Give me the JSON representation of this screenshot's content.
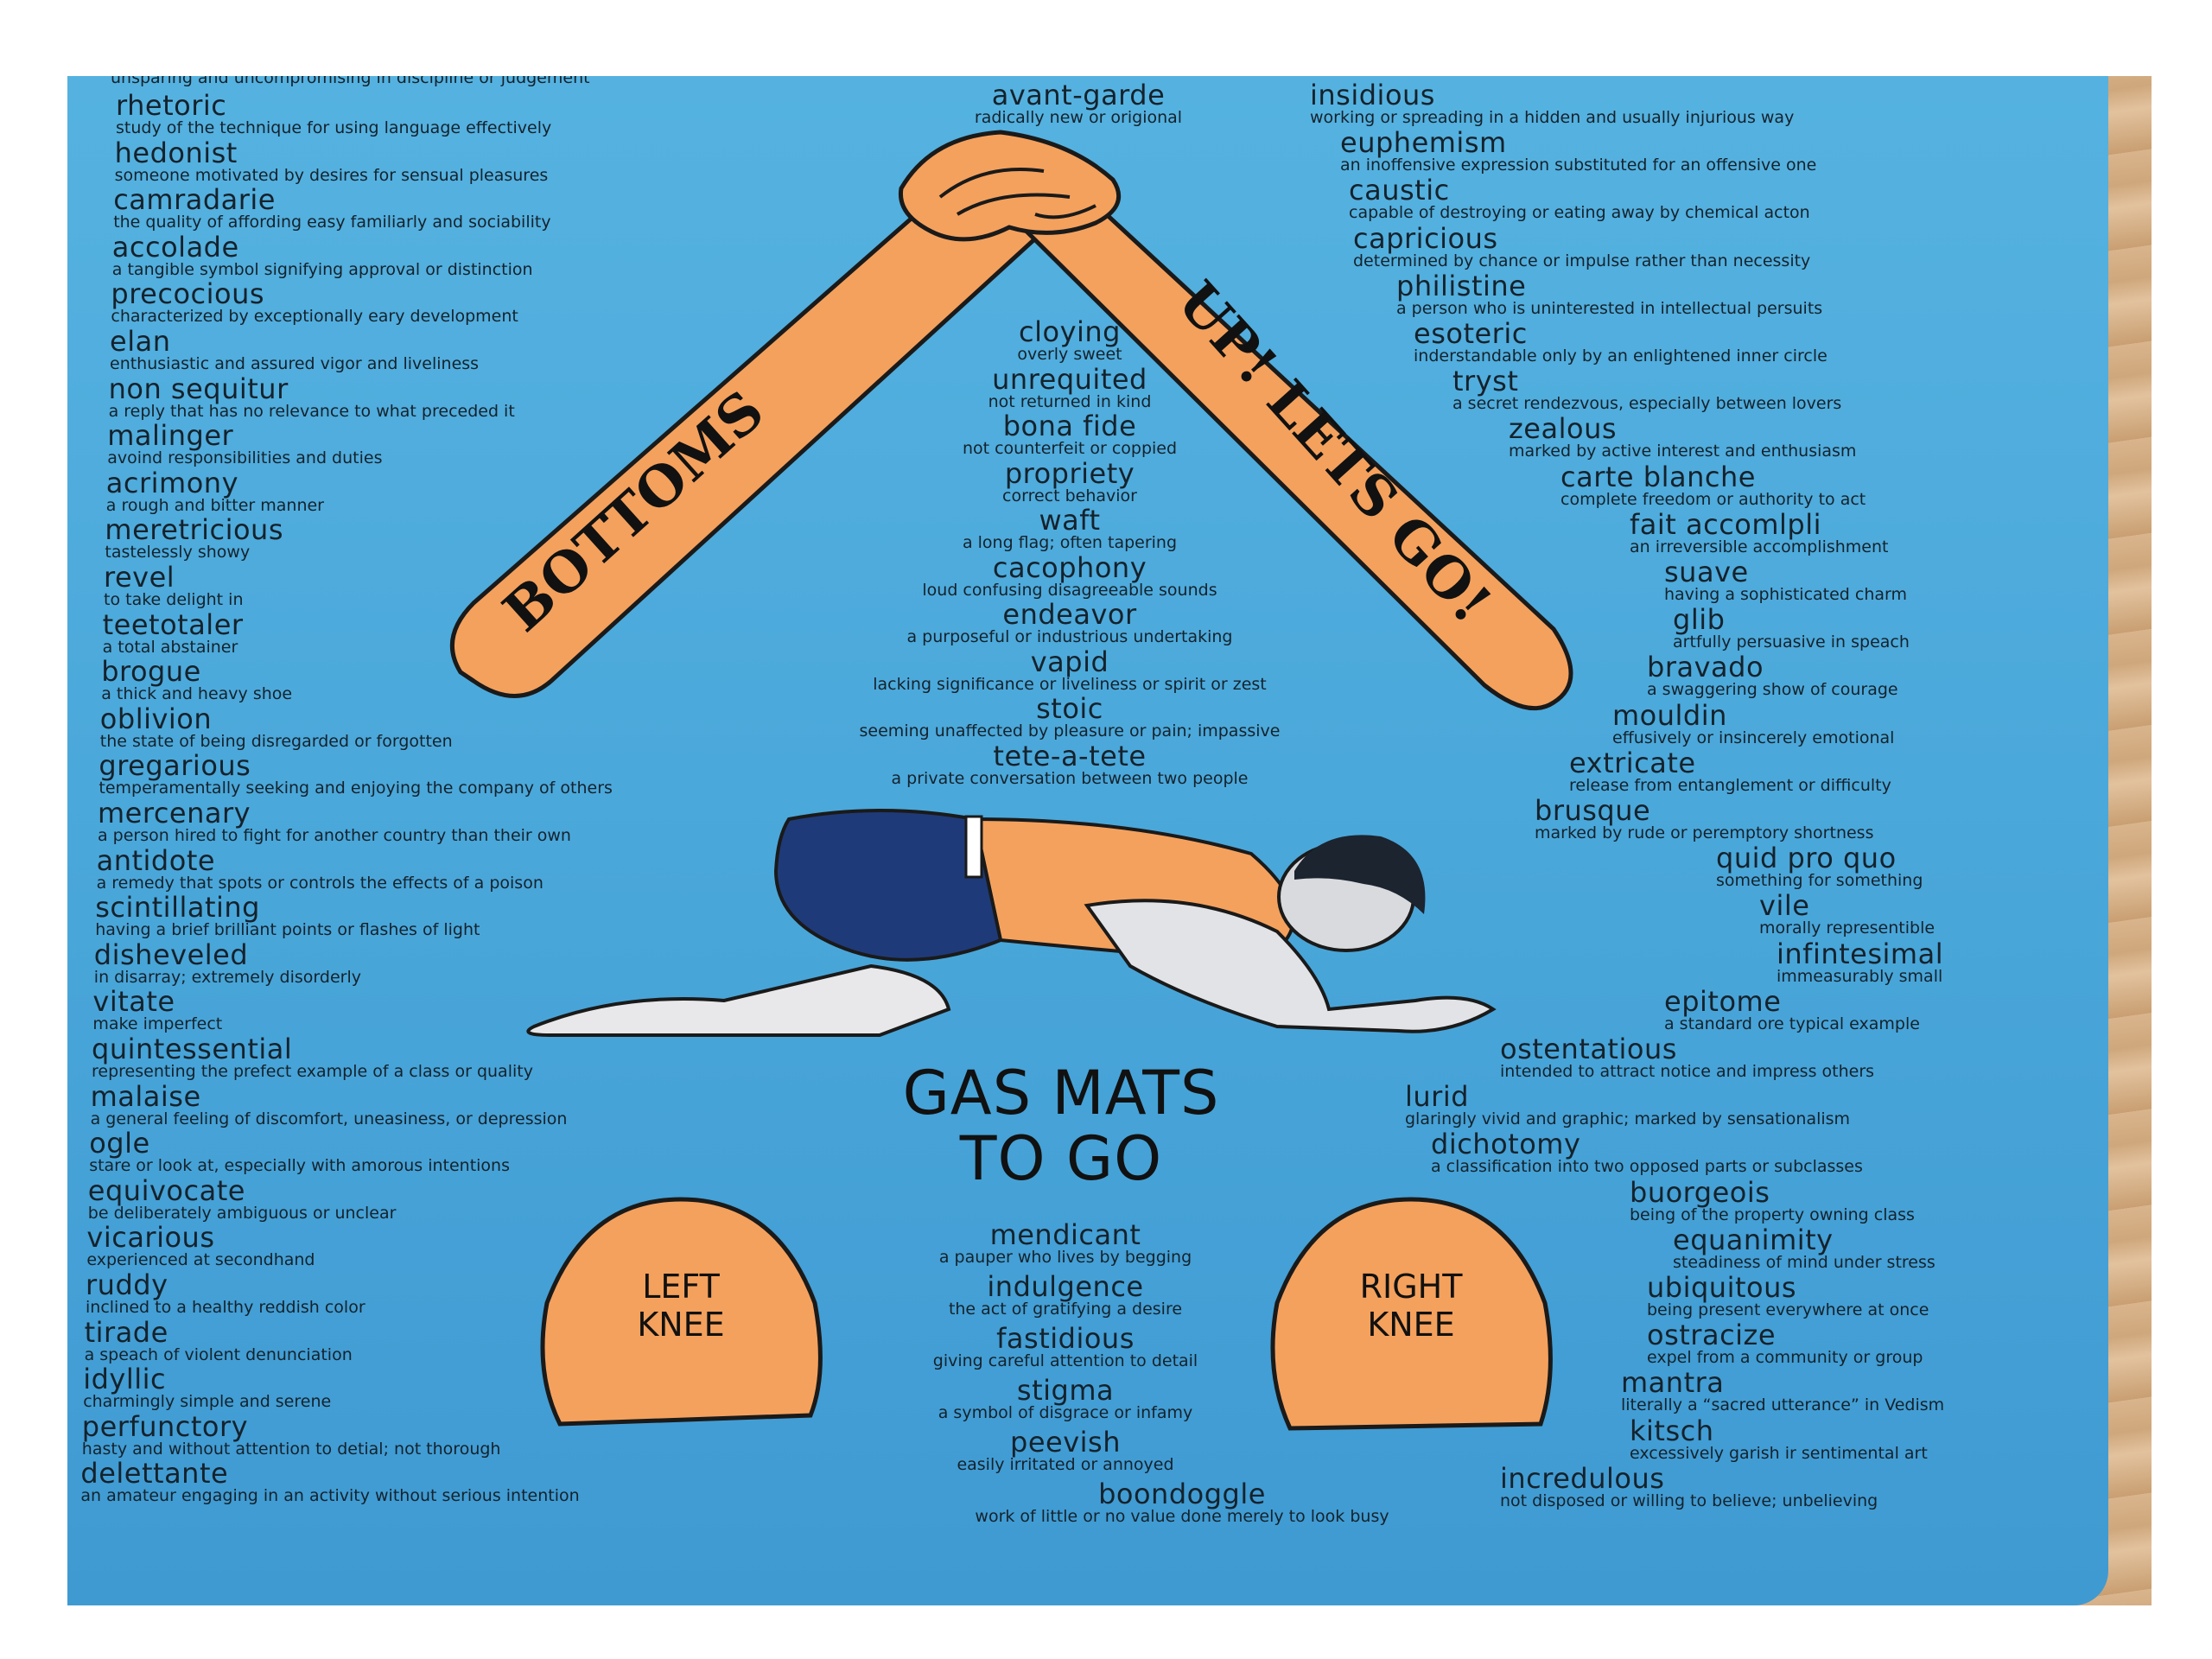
{
  "mat": {
    "arms_left_text": "BOTTOMS",
    "arms_right_text": "UP! LETS GO!",
    "title_line1": "GAS MATS",
    "title_line2": "TO GO",
    "left_knee_line1": "LEFT",
    "left_knee_line2": "KNEE",
    "right_knee_line1": "RIGHT",
    "right_knee_line2": "KNEE",
    "top_cut_left": "unsparing and uncompromising in discipline or judgement",
    "left_column": [
      {
        "word": "rhetoric",
        "def": "study of the technique for using language effectively"
      },
      {
        "word": "hedonist",
        "def": "someone motivated by desires for sensual pleasures"
      },
      {
        "word": "camradarie",
        "def": "the quality of affording easy familiarly and sociability"
      },
      {
        "word": "accolade",
        "def": "a tangible symbol signifying approval or distinction"
      },
      {
        "word": "precocious",
        "def": "characterized by exceptionally eary development"
      },
      {
        "word": "elan",
        "def": "enthusiastic and assured vigor and liveliness"
      },
      {
        "word": "non sequitur",
        "def": "a reply that has no relevance to what preceded it"
      },
      {
        "word": "malinger",
        "def": "avoind responsibilities and duties"
      },
      {
        "word": "acrimony",
        "def": "a rough and bitter manner"
      },
      {
        "word": "meretricious",
        "def": "tastelessly showy"
      },
      {
        "word": "revel",
        "def": "to take delight in"
      },
      {
        "word": "teetotaler",
        "def": "a total abstainer"
      },
      {
        "word": "brogue",
        "def": "a thick and heavy shoe"
      },
      {
        "word": "oblivion",
        "def": "the state of being disregarded or forgotten"
      },
      {
        "word": "gregarious",
        "def": "temperamentally seeking and enjoying the company of others"
      },
      {
        "word": "mercenary",
        "def": "a person hired to fight for another country than their own"
      },
      {
        "word": "antidote",
        "def": "a remedy that spots or controls the effects of a poison"
      },
      {
        "word": "scintillating",
        "def": "having a brief brilliant points or flashes of light"
      },
      {
        "word": "disheveled",
        "def": "in disarray; extremely disorderly"
      },
      {
        "word": "vitate",
        "def": "make imperfect"
      },
      {
        "word": "quintessential",
        "def": "representing the prefect example of a class or quality"
      },
      {
        "word": "malaise",
        "def": "a general feeling of discomfort, uneasiness, or depression"
      },
      {
        "word": "ogle",
        "def": "stare or look at, especially with amorous intentions"
      },
      {
        "word": "equivocate",
        "def": "be deliberately ambiguous or unclear"
      },
      {
        "word": "vicarious",
        "def": "experienced at secondhand"
      },
      {
        "word": "ruddy",
        "def": "inclined to a healthy reddish color"
      },
      {
        "word": "tirade",
        "def": "a speach of violent denunciation"
      },
      {
        "word": "idyllic",
        "def": "charmingly simple and serene"
      },
      {
        "word": "perfunctory",
        "def": "hasty and without attention to detial; not thorough"
      },
      {
        "word": "delettante",
        "def": "an amateur engaging in an activity without serious intention"
      }
    ],
    "center_top": [
      {
        "word": "avant-garde",
        "def": "radically new or origional"
      }
    ],
    "center_column": [
      {
        "word": "cloying",
        "def": "overly sweet"
      },
      {
        "word": "unrequited",
        "def": "not returned in kind"
      },
      {
        "word": "bona fide",
        "def": "not counterfeit or coppied"
      },
      {
        "word": "propriety",
        "def": "correct behavior"
      },
      {
        "word": "waft",
        "def": "a long flag; often tapering"
      },
      {
        "word": "cacophony",
        "def": "loud confusing disagreeable sounds"
      },
      {
        "word": "endeavor",
        "def": "a purposeful or industrious undertaking"
      },
      {
        "word": "vapid",
        "def": "lacking significance or liveliness or spirit or zest"
      },
      {
        "word": "stoic",
        "def": "seeming unaffected by pleasure or pain; impassive"
      },
      {
        "word": "tete-a-tete",
        "def": "a private conversation between two people"
      }
    ],
    "center_bottom": [
      {
        "word": "mendicant",
        "def": "a pauper who lives by begging"
      },
      {
        "word": "indulgence",
        "def": "the act of gratifying a desire"
      },
      {
        "word": "fastidious",
        "def": "giving careful attention to detail"
      },
      {
        "word": "stigma",
        "def": "a symbol of disgrace or infamy"
      },
      {
        "word": "peevish",
        "def": "easily irritated or annoyed"
      },
      {
        "word": "boondoggle",
        "def": "work of little or no value done merely to look busy"
      }
    ],
    "right_column": [
      {
        "word": "insidious",
        "def": "working or spreading in a hidden and usually injurious way"
      },
      {
        "word": "euphemism",
        "def": "an inoffensive expression substituted for an offensive one"
      },
      {
        "word": "caustic",
        "def": "capable of destroying or eating away by chemical acton"
      },
      {
        "word": "capricious",
        "def": "determined by chance or impulse rather than necessity"
      },
      {
        "word": "philistine",
        "def": "a person who is uninterested in intellectual persuits"
      },
      {
        "word": "esoteric",
        "def": "inderstandable only by an enlightened inner circle"
      },
      {
        "word": "tryst",
        "def": "a secret rendezvous, especially between lovers"
      },
      {
        "word": "zealous",
        "def": "marked by active interest and enthusiasm"
      },
      {
        "word": "carte blanche",
        "def": "complete freedom or authority to act"
      },
      {
        "word": "fait accomlpli",
        "def": "an irreversible accomplishment"
      },
      {
        "word": "suave",
        "def": "having a sophisticated charm"
      },
      {
        "word": "glib",
        "def": "artfully persuasive in speach"
      },
      {
        "word": "bravado",
        "def": "a swaggering show of courage"
      },
      {
        "word": "mouldin",
        "def": "effusively or insincerely emotional"
      },
      {
        "word": "extricate",
        "def": "release from entanglement or difficulty"
      },
      {
        "word": "brusque",
        "def": "marked by rude or peremptory shortness"
      },
      {
        "word": "quid pro quo",
        "def": "something for something"
      },
      {
        "word": "vile",
        "def": "morally representible"
      },
      {
        "word": "infintesimal",
        "def": "immeasurably small"
      },
      {
        "word": "epitome",
        "def": "a standard ore typical example"
      },
      {
        "word": "ostentatious",
        "def": "intended to attract notice and impress others"
      },
      {
        "word": "lurid",
        "def": "glaringly vivid and graphic; marked by sensationalism"
      },
      {
        "word": "dichotomy",
        "def": "a classification into two opposed parts or subclasses"
      },
      {
        "word": "buorgeois",
        "def": "being of the property owning class"
      },
      {
        "word": "equanimity",
        "def": "steadiness of mind under stress"
      },
      {
        "word": "ubiquitous",
        "def": "being present everywhere at once"
      },
      {
        "word": "ostracize",
        "def": "expel from a community or group"
      },
      {
        "word": "mantra",
        "def": "literally a “sacred utterance” in Vedism"
      },
      {
        "word": "kitsch",
        "def": "excessively garish ir sentimental art"
      },
      {
        "word": "incredulous",
        "def": "not disposed or willing to believe; unbelieving"
      }
    ],
    "colors": {
      "mat_blue": "#4aa8db",
      "arm_orange": "#f4a15d",
      "text_dark": "#15222c",
      "shorts_navy": "#1f3a78",
      "floor_wood": "#d4ad84"
    }
  }
}
